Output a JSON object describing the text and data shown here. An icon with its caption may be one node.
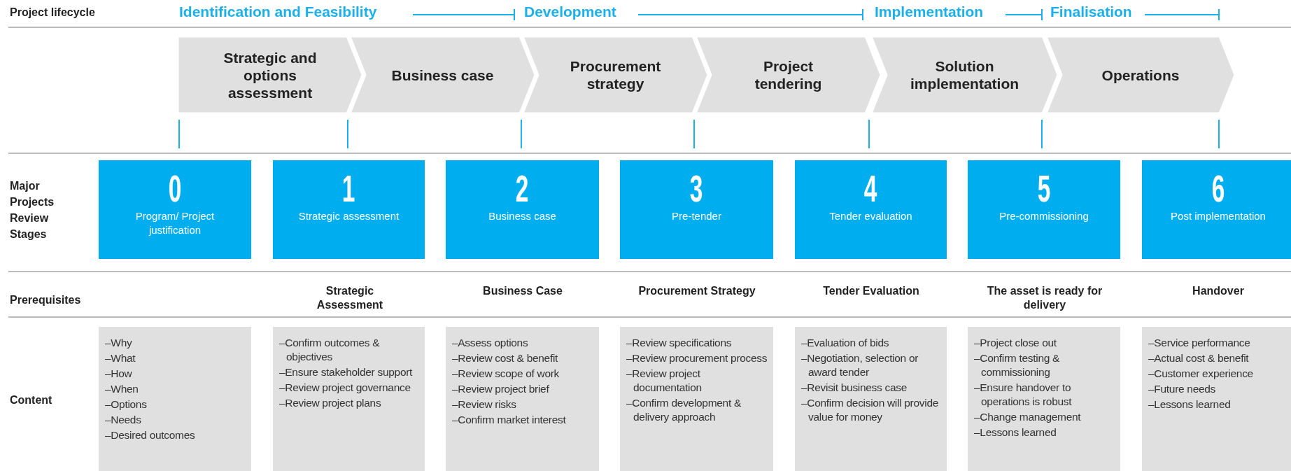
{
  "diagram": {
    "nodes": [
      {
        "text": [
          "Strategic and options assessment"
        ]
      },
      {
        "text": [
          "Business case"
        ]
      },
      {
        "text": [
          "Procurement strategy"
        ]
      },
      {
        "text": [
          "Project tendering"
        ]
      },
      {
        "text": [
          "Solution implementation"
        ]
      },
      {
        "text": [
          "Operations"
        ]
      },
      {
        "text": [
          "0",
          "Program/ Project justification"
        ]
      },
      {
        "text": [
          "1",
          "Strategic assessment"
        ]
      },
      {
        "text": [
          "2",
          "Business case"
        ]
      },
      {
        "text": [
          "3",
          "Pre-tender"
        ]
      },
      {
        "text": [
          "4",
          "Tender evaluation"
        ]
      },
      {
        "text": [
          "5",
          "Pre-commissioning"
        ]
      },
      {
        "text": [
          "6",
          "Post implementation"
        ]
      },
      {
        "text": [
          "–Why",
          "–What",
          "–How",
          "–When",
          "–Options",
          "–Needs",
          "–Desired outcomes"
        ]
      },
      {
        "text": [
          "–Confirm outcomes & objectives",
          "–Ensure stakeholder support",
          "–Review project governance",
          "–Review project plans"
        ]
      },
      {
        "text": [
          "–Assess options",
          "–Review cost & benefit",
          "–Review scope of work",
          "–Review project brief",
          "–Review risks",
          "–Confirm market interest"
        ]
      },
      {
        "text": [
          "–Review specifications",
          "–Review procurement process",
          "–Review project documentation",
          "–Confirm development & delivery approach"
        ]
      },
      {
        "text": [
          "–Evaluation of bids",
          "–Negotiation, selection or award tender",
          "–Revisit business case",
          "–Confirm decision will provide value for money"
        ]
      },
      {
        "text": [
          "–Project close out",
          "–Confirm testing & commissioning",
          "–Ensure handover to operations is robust",
          "–Change management",
          "–Lessons learned"
        ]
      },
      {
        "text": [
          "–Service performance",
          "–Actual cost & benefit",
          "–Customer experience",
          "–Future needs",
          "–Lessons learned"
        ]
      }
    ],
    "labels": [
      "Project lifecycle",
      "Identification and Feasibility",
      "Development",
      "Implementation",
      "Finalisation",
      "Major Projects Review Stages",
      "Prerequisites",
      "Strategic Assessment",
      "Business Case",
      "Procurement Strategy",
      "Tender Evaluation",
      "The asset is ready for delivery",
      "Handover",
      "Content"
    ]
  }
}
